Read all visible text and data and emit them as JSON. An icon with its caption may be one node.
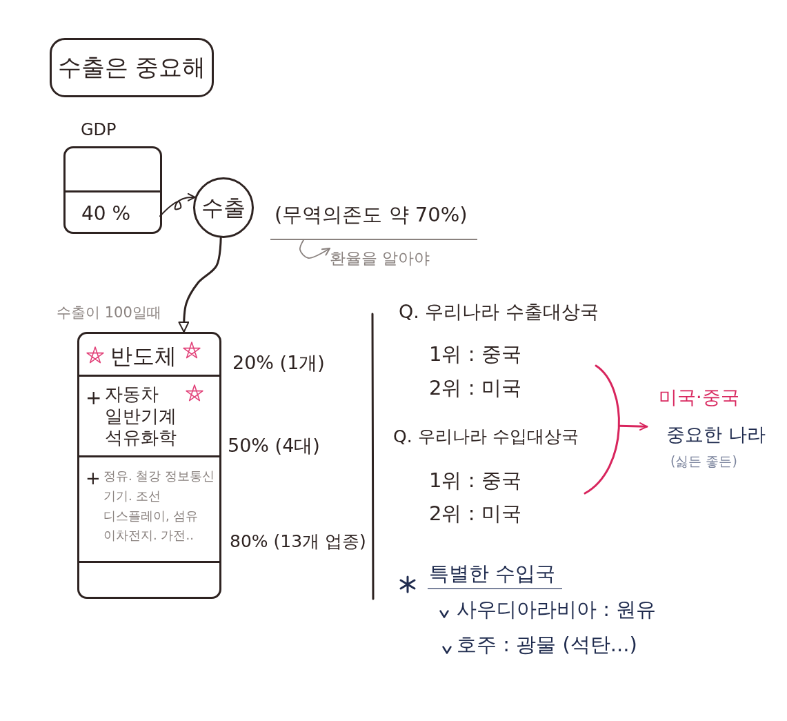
{
  "diagram": {
    "title": "수출은 중요해",
    "nodes": [
      {
        "text": [
          "GDP"
        ]
      },
      {
        "text": [],
        "shape": "box",
        "in": 0
      },
      {
        "text": [
          "40 %"
        ],
        "in": 0
      },
      {
        "text": [
          "수출"
        ]
      },
      {
        "text": [
          "(무역의존도 약 70%)"
        ]
      },
      {
        "text": [
          "환율을 알아야"
        ]
      },
      {
        "text": [
          "수출이 100일때"
        ]
      },
      {
        "text": [
          "반도체"
        ],
        "in": 6,
        "beside": [
          "20% (1개)"
        ]
      },
      {
        "text": [
          "+",
          "자동차 일반기계 석유화학"
        ],
        "in": 6,
        "beside": [
          "50% (4대)"
        ]
      },
      {
        "text": [
          "+",
          "정유. 철강 정보통신 기기. 조선 디스플레이, 섬유 이차전지. 가전.."
        ],
        "in": 6,
        "beside": [
          "80% (13개 업종)"
        ]
      },
      {
        "text": [],
        "shape": "box",
        "in": 6
      },
      {
        "text": [],
        "shape": "bracket"
      },
      {
        "text": [
          "미국·중국",
          "중요한 나라",
          "(싫든 좋든)"
        ]
      }
    ],
    "edges": [
      {
        "from": 2,
        "to": 3,
        "arrow": "to"
      },
      {
        "from": 3,
        "to": 6,
        "arrow": "to"
      },
      {
        "from": 4,
        "to": 5,
        "arrow": "to",
        "color": "#8a827f"
      },
      {
        "from": 11,
        "to": 12,
        "arrow": "to",
        "color": "#d8255d"
      }
    ],
    "labels": [
      "Q. 우리나라 수출대상국",
      "1위 : 중국",
      "2위 : 미국",
      "Q. 우리나라 수입대상국",
      "1위 : 중국",
      "2위 : 미국",
      "특별한 수입국",
      "사우디아라비아 : 원유",
      "호주 : 광물 (석탄...)"
    ]
  }
}
